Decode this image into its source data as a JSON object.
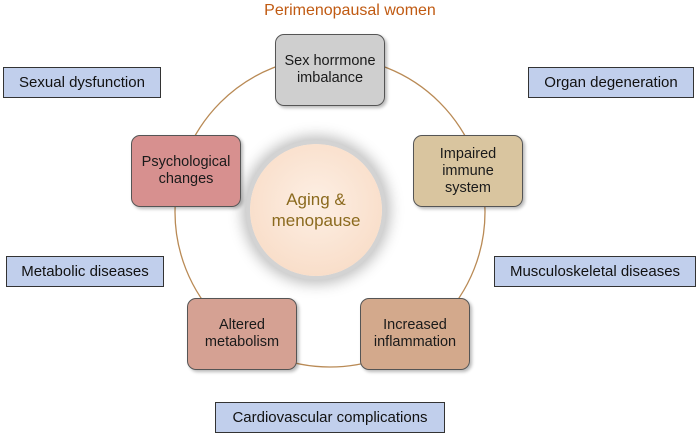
{
  "title": "Perimenopausal women",
  "center": {
    "label": "Aging & menopause"
  },
  "nodes": [
    {
      "label": "Sex horrmone imbalance",
      "color": "#cfcfcf"
    },
    {
      "label": "Impaired immune system",
      "color": "#d9c59f"
    },
    {
      "label": "Increased inflammation",
      "color": "#d3a98c"
    },
    {
      "label": "Altered metabolism",
      "color": "#d5a193"
    },
    {
      "label": "Psychological changes",
      "color": "#d7908f"
    }
  ],
  "outcomes": {
    "sexual": "Sexual dysfunction",
    "organ": "Organ degeneration",
    "metabolic": "Metabolic diseases",
    "musculoskeletal": "Musculoskeletal diseases",
    "cardiovascular": "Cardiovascular complications"
  },
  "colors": {
    "ring": "#b98a55",
    "title": "#c05a12",
    "outcome_fill": "#c1cfec"
  }
}
